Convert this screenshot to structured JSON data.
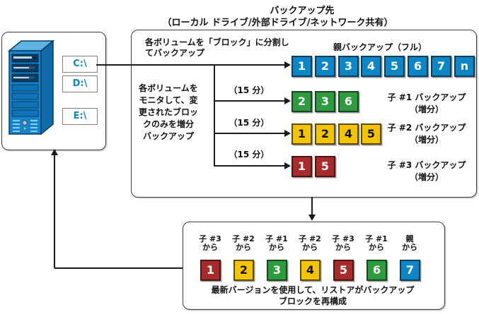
{
  "colors": {
    "blue": "#0d86c8",
    "green": "#2e9b3f",
    "yellow": "#f2c500",
    "red": "#a62b2a"
  },
  "title": {
    "line1": "バックアップ先",
    "line2": "（ローカル ドライブ/外部ドライブ/ネットワーク共有）"
  },
  "source_server": {
    "drives": [
      {
        "label": "C:\\"
      },
      {
        "label": "D:\\"
      },
      {
        "label": "E:\\"
      }
    ]
  },
  "backup_box": {
    "split_note": {
      "line1": "各ボリュームを「ブロック」に分割し",
      "line2": "てバックアップ"
    },
    "monitor_note": {
      "line1": "各ボリュームを",
      "line2": "モニタして、変",
      "line3": "更されたブロッ",
      "line4": "クのみを増分",
      "line5": "バックアップ"
    },
    "interval": "（15 分）",
    "parent_row": {
      "label": "親バックアップ（フル）",
      "blocks": [
        "1",
        "2",
        "3",
        "4",
        "5",
        "6",
        "7",
        "n"
      ]
    },
    "child_rows": [
      {
        "label_line1": "子 #1 バックアップ",
        "label_line2": "（増分）",
        "color": "green",
        "blocks": [
          "2",
          "3",
          "6"
        ]
      },
      {
        "label_line1": "子 #2 バックアップ",
        "label_line2": "（増分）",
        "color": "yellow",
        "blocks": [
          "1",
          "2",
          "4",
          "5"
        ]
      },
      {
        "label_line1": "子 #3 バックアップ",
        "label_line2": "（増分）",
        "color": "red",
        "blocks": [
          "1",
          "5"
        ]
      }
    ]
  },
  "restore_box": {
    "sources": [
      {
        "line1": "子 #3",
        "line2": "から"
      },
      {
        "line1": "子 #2",
        "line2": "から"
      },
      {
        "line1": "子 #1",
        "line2": "から"
      },
      {
        "line1": "子 #2",
        "line2": "から"
      },
      {
        "line1": "子 #3",
        "line2": "から"
      },
      {
        "line1": "子 #1",
        "line2": "から"
      },
      {
        "line1": "親",
        "line2": "から"
      }
    ],
    "blocks": [
      {
        "value": "1",
        "color": "red"
      },
      {
        "value": "2",
        "color": "yellow"
      },
      {
        "value": "3",
        "color": "green"
      },
      {
        "value": "4",
        "color": "yellow"
      },
      {
        "value": "5",
        "color": "red"
      },
      {
        "value": "6",
        "color": "green"
      },
      {
        "value": "7",
        "color": "blue"
      }
    ],
    "caption": {
      "line1": "最新バージョンを使用して、リストアがバックアップ",
      "line2": "ブロックを再構成"
    }
  }
}
